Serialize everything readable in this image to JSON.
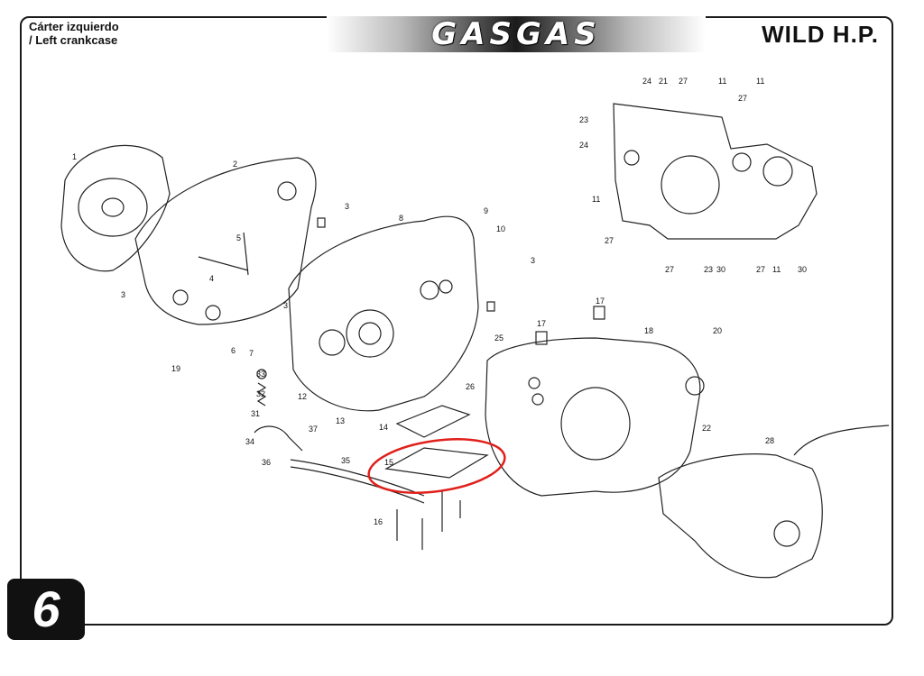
{
  "header": {
    "title_es": "Cárter izquierdo",
    "title_en": "/ Left crankcase",
    "brand": "GASGAS",
    "model": "WILD H.P."
  },
  "page_number": "6",
  "callouts": {
    "c1": "1",
    "c2": "2",
    "c3a": "3",
    "c3b": "3",
    "c3c": "3",
    "c3d": "3",
    "c4": "4",
    "c5": "5",
    "c6": "6",
    "c7": "7",
    "c8": "8",
    "c9": "9",
    "c10": "10",
    "c11a": "11",
    "c11b": "11",
    "c11c": "11",
    "c11d": "11",
    "c12": "12",
    "c13": "13",
    "c14": "14",
    "c15": "15",
    "c16": "16",
    "c17a": "17",
    "c17b": "17",
    "c18": "18",
    "c19": "19",
    "c20": "20",
    "c21": "21",
    "c22": "22",
    "c23a": "23",
    "c23b": "23",
    "c24a": "24",
    "c24b": "24",
    "c25": "25",
    "c26": "26",
    "c27a": "27",
    "c27b": "27",
    "c27c": "27",
    "c27d": "27",
    "c27e": "27",
    "c28": "28",
    "c30a": "30",
    "c30b": "30",
    "c31": "31",
    "c32": "32",
    "c33": "33",
    "c34": "34",
    "c35": "35",
    "c36": "36",
    "c37": "37"
  },
  "highlight_color": "#e0201b"
}
